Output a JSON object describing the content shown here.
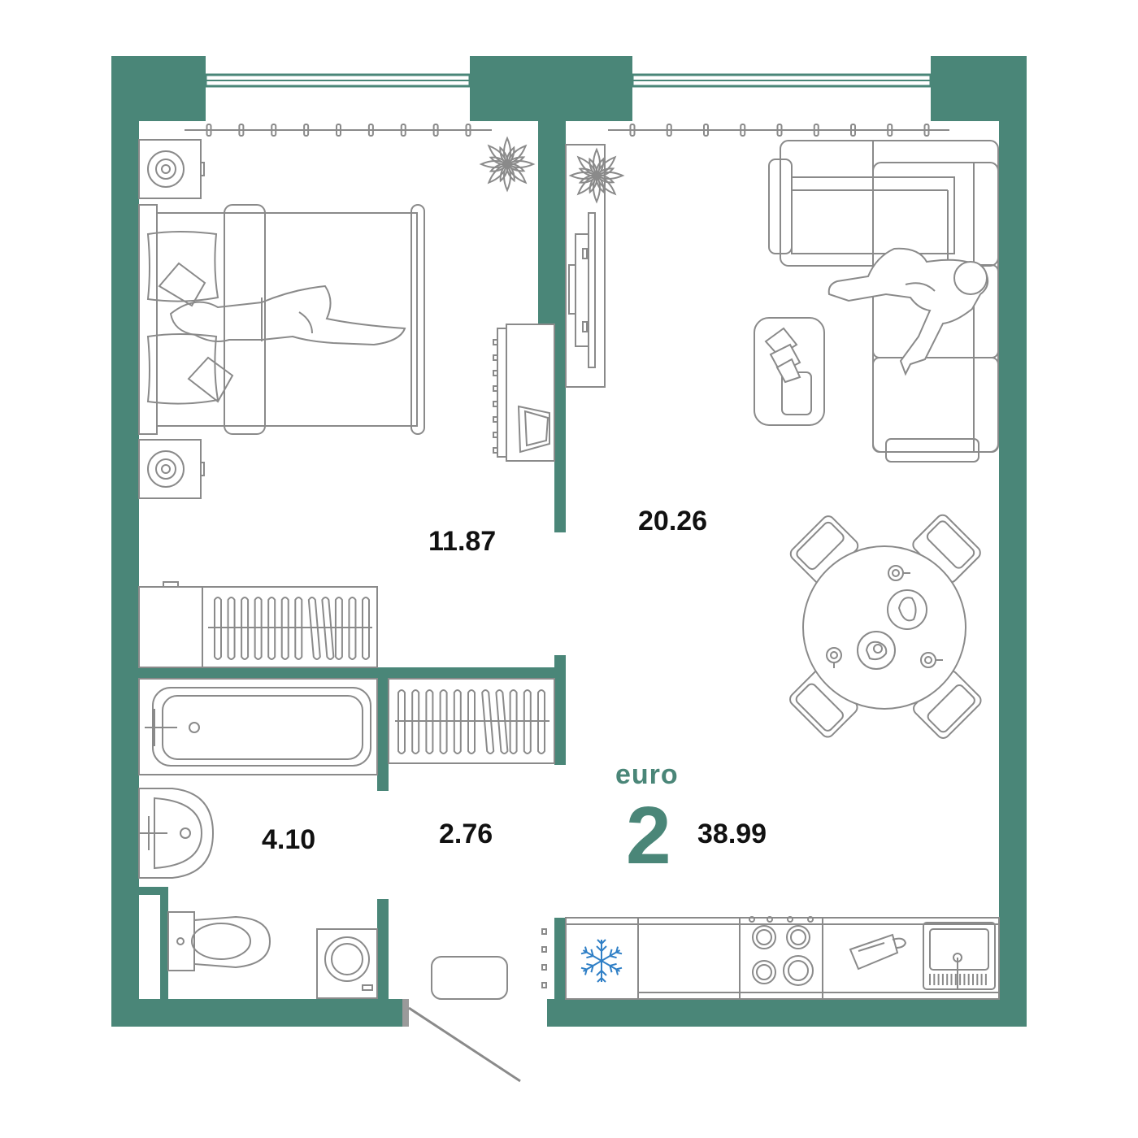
{
  "colors": {
    "wall": "#4a8678",
    "ink": "#8a8a8a",
    "accent": "#4a8678",
    "snowflake": "#2f7fc6",
    "text": "#111111"
  },
  "rooms": [
    {
      "id": "bedroom",
      "area": "11.87"
    },
    {
      "id": "living-kitchen",
      "area": "20.26"
    },
    {
      "id": "bathroom",
      "area": "4.10"
    },
    {
      "id": "hallway",
      "area": "2.76"
    }
  ],
  "badge": {
    "type": "euro",
    "rooms": "2",
    "total_area": "38.99"
  },
  "icons": {
    "fridge": "snowflake-icon",
    "plant": "plant-icon"
  }
}
